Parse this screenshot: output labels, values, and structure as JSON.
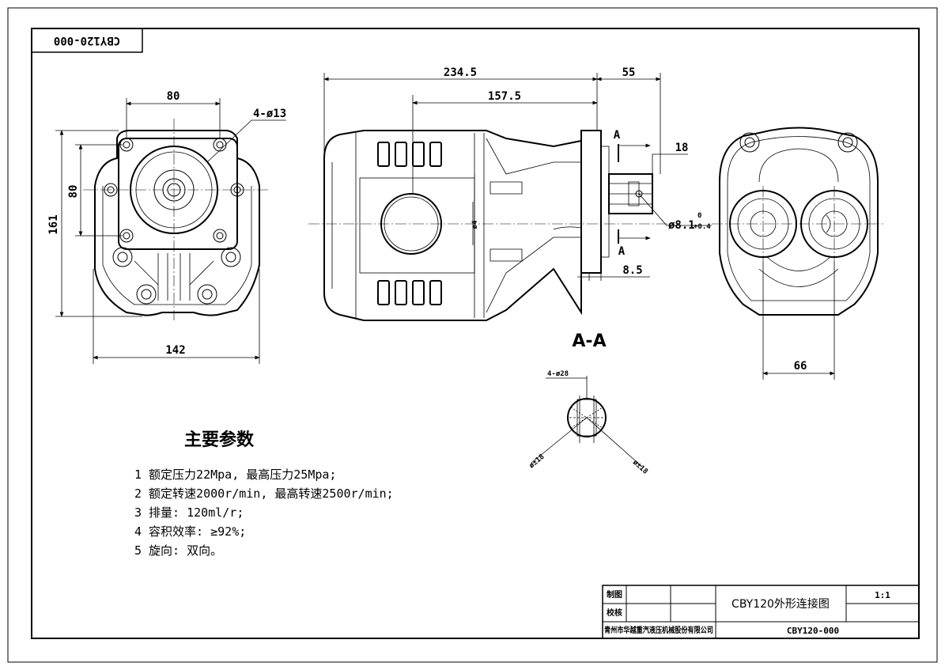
{
  "drawing_no_box": "CBY120-000",
  "dims": {
    "front_80_top": "80",
    "front_holes": "4-ø13",
    "front_80_left": "80",
    "front_161": "161",
    "front_142": "142",
    "side_2345": "234.5",
    "side_1575": "157.5",
    "side_55": "55",
    "side_18": "18",
    "side_shaft": "ø8.1",
    "side_tol_upper": "0",
    "side_tol_lower": "+0.4",
    "side_85": "8.5",
    "section_mark_a1": "A",
    "section_mark_a2": "A",
    "section_title": "A-A",
    "rear_66": "66",
    "small_tag1": "4-ø28",
    "small_tag2": "ø±18",
    "small_tag3": "ø±18",
    "flange_tag": "ø4"
  },
  "params": {
    "title": "主要参数",
    "items": [
      "1 额定压力22Mpa, 最高压力25Mpa;",
      "2 额定转速2000r/min, 最高转速2500r/min;",
      "3 排量: 120ml/r;",
      "4 容积效率: ≥92%;",
      "5 旋向: 双向。"
    ]
  },
  "title_block": {
    "row1_label": "制图",
    "row2_label": "校核",
    "company": "青州市华越重汽液压机械股份有限公司",
    "drawing_title": "CBY120外形连接图",
    "scale": "1:1",
    "drawing_no": "CBY120-000"
  }
}
